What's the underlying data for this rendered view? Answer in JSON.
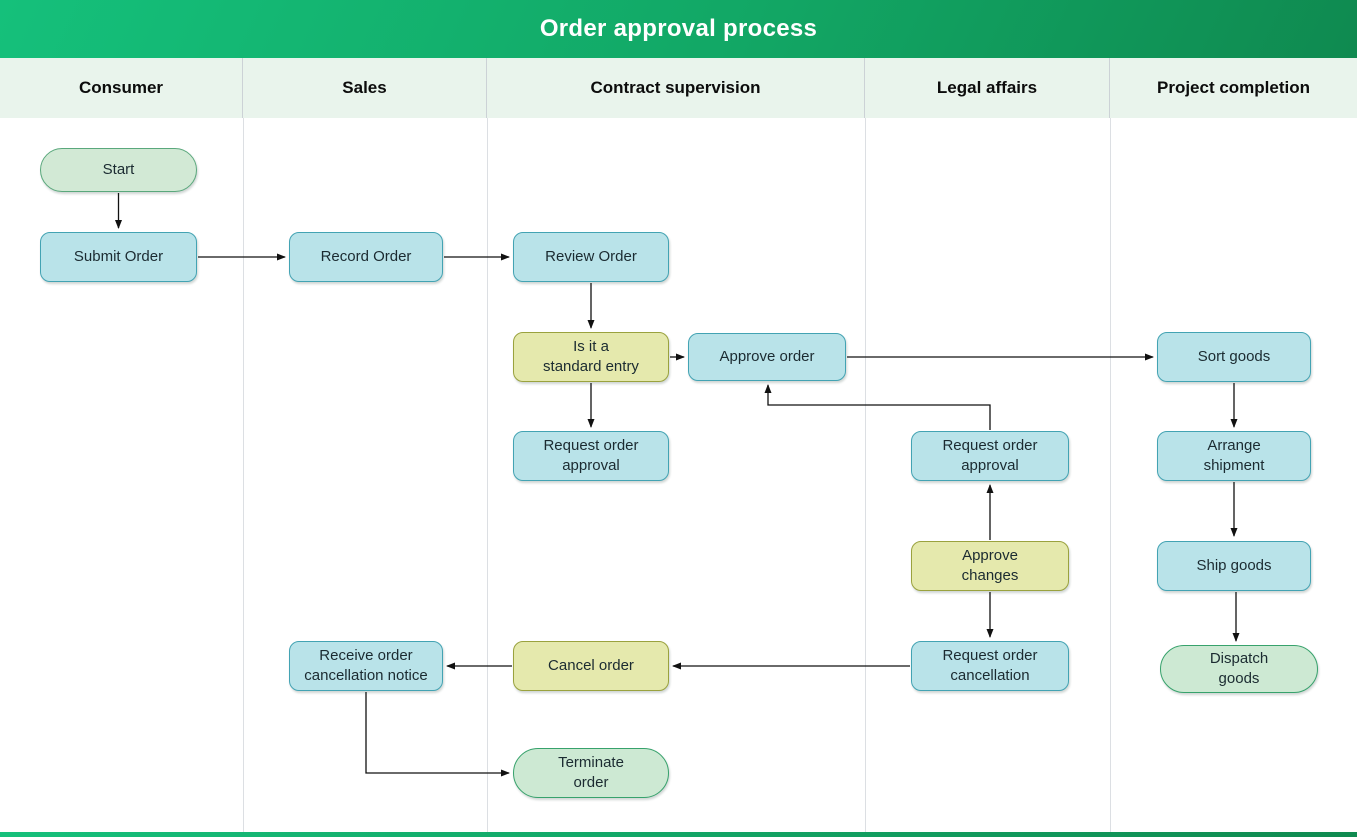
{
  "title": "Order approval process",
  "lanes": [
    {
      "label": "Consumer"
    },
    {
      "label": "Sales"
    },
    {
      "label": "Contract supervision"
    },
    {
      "label": "Legal affairs"
    },
    {
      "label": "Project completion"
    }
  ],
  "nodes": {
    "start": {
      "label": "Start",
      "type": "terminal"
    },
    "submit_order": {
      "label": "Submit Order",
      "type": "process"
    },
    "record_order": {
      "label": "Record Order",
      "type": "process"
    },
    "review_order": {
      "label": "Review Order",
      "type": "process"
    },
    "is_standard_entry": {
      "label": "Is it a\nstandard entry",
      "type": "decision"
    },
    "approve_order": {
      "label": "Approve order",
      "type": "process"
    },
    "request_order_approval_contract": {
      "label": "Request order\napproval",
      "type": "process"
    },
    "request_order_approval_legal": {
      "label": "Request order\napproval",
      "type": "process"
    },
    "approve_changes": {
      "label": "Approve\nchanges",
      "type": "decision"
    },
    "request_order_cancellation": {
      "label": "Request order\ncancellation",
      "type": "process"
    },
    "cancel_order": {
      "label": "Cancel order",
      "type": "decision"
    },
    "receive_cancellation_notice": {
      "label": "Receive order\ncancellation notice",
      "type": "process"
    },
    "terminate_order": {
      "label": "Terminate\norder",
      "type": "terminal"
    },
    "sort_goods": {
      "label": "Sort goods",
      "type": "process"
    },
    "arrange_shipment": {
      "label": "Arrange\nshipment",
      "type": "process"
    },
    "ship_goods": {
      "label": "Ship goods",
      "type": "process"
    },
    "dispatch_goods": {
      "label": "Dispatch\ngoods",
      "type": "terminal"
    }
  },
  "edges": [
    {
      "from": "start",
      "to": "submit_order"
    },
    {
      "from": "submit_order",
      "to": "record_order"
    },
    {
      "from": "record_order",
      "to": "review_order"
    },
    {
      "from": "review_order",
      "to": "is_standard_entry"
    },
    {
      "from": "is_standard_entry",
      "to": "approve_order"
    },
    {
      "from": "is_standard_entry",
      "to": "request_order_approval_contract"
    },
    {
      "from": "approve_order",
      "to": "sort_goods"
    },
    {
      "from": "request_order_approval_legal",
      "to": "approve_order"
    },
    {
      "from": "approve_changes",
      "to": "request_order_approval_legal"
    },
    {
      "from": "approve_changes",
      "to": "request_order_cancellation"
    },
    {
      "from": "request_order_cancellation",
      "to": "cancel_order"
    },
    {
      "from": "cancel_order",
      "to": "receive_cancellation_notice"
    },
    {
      "from": "receive_cancellation_notice",
      "to": "terminate_order"
    },
    {
      "from": "sort_goods",
      "to": "arrange_shipment"
    },
    {
      "from": "arrange_shipment",
      "to": "ship_goods"
    },
    {
      "from": "ship_goods",
      "to": "dispatch_goods"
    }
  ],
  "colors": {
    "header_gradient_start": "#15c07b",
    "header_gradient_end": "#0f8a50",
    "lane_header_bg": "#e9f4ec",
    "process_fill": "#b9e3e9",
    "process_border": "#43a3b3",
    "decision_fill": "#e5e9ad",
    "decision_border": "#9aa23e",
    "terminal_fill": "#cde9d3",
    "terminal_border": "#37a26c",
    "connector": "#111111"
  }
}
